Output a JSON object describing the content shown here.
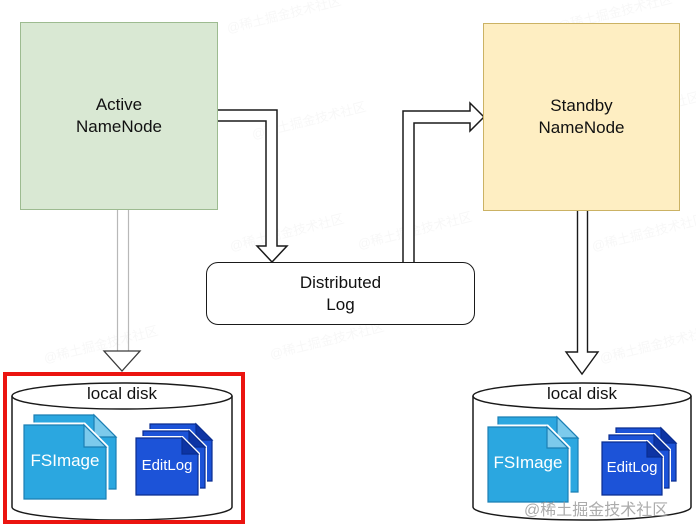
{
  "diagram": {
    "active_node": {
      "label": "Active\nNameNode",
      "fill": "#d9e8d3",
      "border": "#9dbb90"
    },
    "standby_node": {
      "label": "Standby\nNameNode",
      "fill": "#feeec2",
      "border": "#cbb264"
    },
    "distributed_log": {
      "label": "Distributed\nLog",
      "fill": "#ffffff",
      "border": "#1a1a1a"
    },
    "left_disk": {
      "label": "local disk",
      "highlighted": true,
      "documents": [
        {
          "label": "FSImage"
        },
        {
          "label": "EditLog"
        }
      ]
    },
    "right_disk": {
      "label": "local disk",
      "highlighted": false,
      "documents": [
        {
          "label": "FSImage"
        },
        {
          "label": "EditLog"
        }
      ]
    },
    "colors": {
      "fsimage_fill": "#2ba7e0",
      "fsimage_fold": "#7ccaec",
      "fsimage_border": "#1b7fb4",
      "editlog_fill": "#1c53d8",
      "editlog_fold": "#0d34a4",
      "editlog_border": "#0a2d90",
      "highlight": "#eb1410",
      "connector": "#1a1a1a"
    }
  },
  "watermark": {
    "corner": "@稀土掘金技术社区",
    "tile": "@稀土掘金技术社区"
  }
}
